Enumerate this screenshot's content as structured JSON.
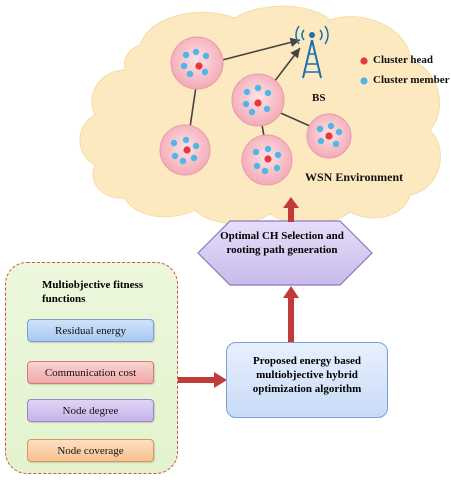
{
  "environment": {
    "label": "WSN Environment",
    "base_station_label": "BS",
    "legend": {
      "cluster_head": "Cluster head",
      "cluster_member": "Cluster member"
    },
    "colors": {
      "cloud_fill": "#fce9bf",
      "cluster_fill": "#f6bcc6",
      "cluster_head": "#e8373d",
      "cluster_member": "#4fb6e6"
    },
    "icons": [
      "tower-icon"
    ]
  },
  "selection_step": {
    "text": "Optimal CH Selection and rooting path generation",
    "color": "#d7cdf0"
  },
  "algorithm_step": {
    "text": "Proposed energy based multiobjective hybrid optimization algorithm",
    "color": "#c8dbf7"
  },
  "fitness_panel": {
    "title": "Multiobjective fitness functions",
    "functions": [
      {
        "label": "Residual energy",
        "color": "#a9c8f2"
      },
      {
        "label": "Communication cost",
        "color": "#f0a8a8"
      },
      {
        "label": "Node degree",
        "color": "#c6b3ea"
      },
      {
        "label": "Node coverage",
        "color": "#f7c28f"
      }
    ]
  },
  "arrow_color": "#c23b3b"
}
